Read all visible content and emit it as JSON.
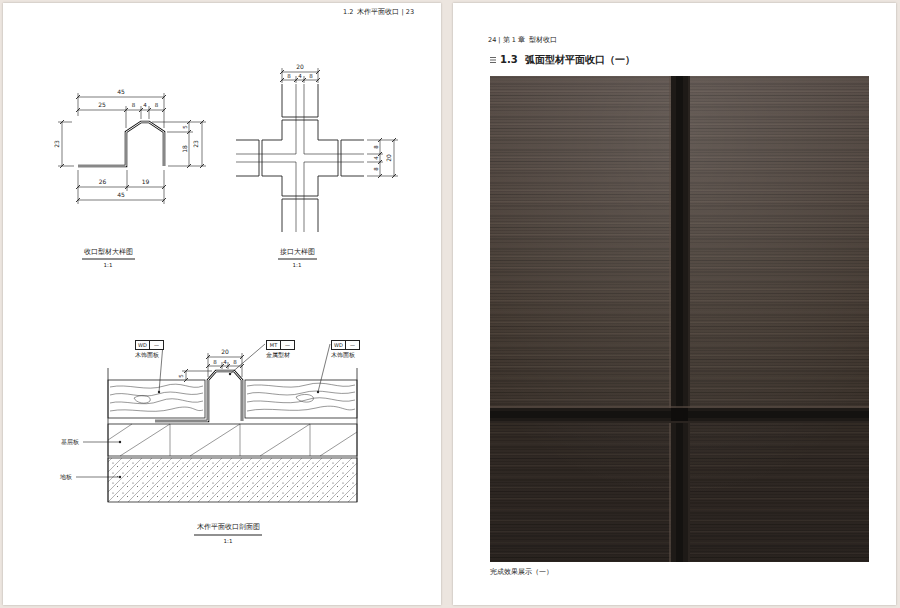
{
  "diagram": {
    "title": "1.3  弧面型材平面收口（一）",
    "caption": "完成效果展示（一）",
    "nodes": [
      {
        "text": [
          "WD",
          "—",
          "木饰面板"
        ]
      },
      {
        "text": [
          "MT",
          "—",
          "金属型材"
        ]
      },
      {
        "text": [
          "WD",
          "—",
          "木饰面板"
        ]
      }
    ],
    "edges": [],
    "labels": [
      "1.2  木作平面收口 | 23",
      "45",
      "25",
      "8",
      "4",
      "8",
      "23",
      "5",
      "18",
      "23",
      "26",
      "19",
      "45",
      "收口型材大样图",
      "1:1",
      "20",
      "8",
      "4",
      "8",
      "8",
      "4",
      "8",
      "20",
      "接口大样图",
      "1:1",
      "20",
      "8",
      "4",
      "8",
      "5",
      "基层板",
      "地板",
      "木作平面收口剖面图",
      "1:1",
      "24 | 第 1 章  型材收口"
    ]
  }
}
